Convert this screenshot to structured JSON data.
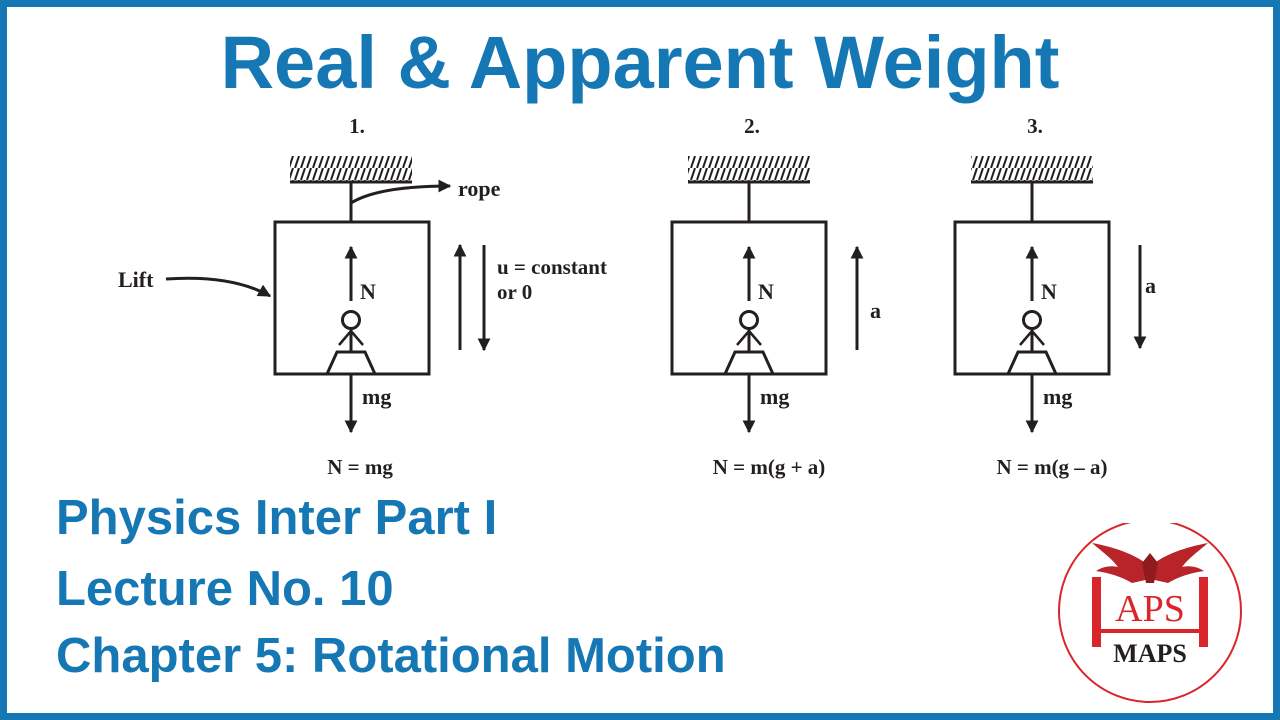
{
  "title": "Real & Apparent Weight",
  "diagram": {
    "panel1": {
      "number": "1.",
      "rope_label": "rope",
      "lift_label": "Lift",
      "normal_label": "N",
      "weight_label": "mg",
      "velocity_label_line1": "u = constant",
      "velocity_label_line2": "or 0",
      "equation": "N = mg"
    },
    "panel2": {
      "number": "2.",
      "normal_label": "N",
      "weight_label": "mg",
      "accel_label": "a",
      "equation": "N = m(g + a)"
    },
    "panel3": {
      "number": "3.",
      "normal_label": "N",
      "weight_label": "mg",
      "accel_label": "a",
      "equation": "N = m(g –  a)"
    }
  },
  "info": {
    "course": "Physics Inter Part I",
    "lecture": "Lecture No. 10",
    "chapter": "Chapter 5: Rotational Motion"
  },
  "logo": {
    "monogram": "APS",
    "name": "MAPS"
  },
  "colors": {
    "brand_blue": "#1677b5",
    "ink": "#231f20",
    "logo_red": "#d9262b"
  }
}
